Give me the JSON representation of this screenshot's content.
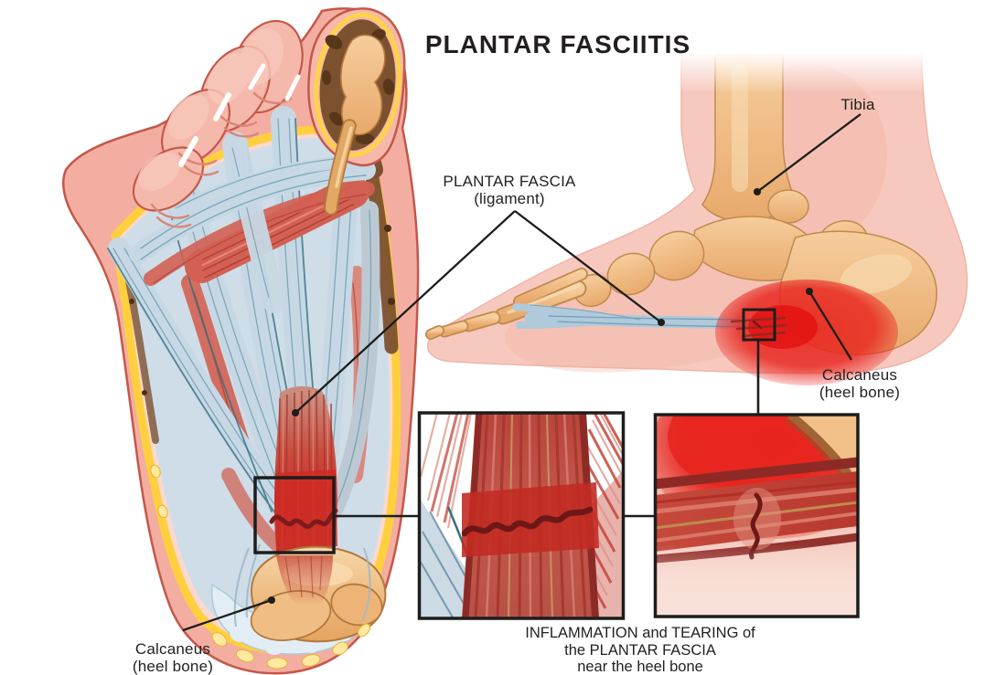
{
  "title": "PLANTAR FASCIITIS",
  "labels": {
    "plantar_fascia_line1": "PLANTAR FASCIA",
    "plantar_fascia_line2": "(ligament)",
    "tibia": "Tibia",
    "calcaneus_right_line1": "Calcaneus",
    "calcaneus_right_line2": "(heel bone)",
    "calcaneus_left_line1": "Calcaneus",
    "calcaneus_left_line2": "(heel bone)"
  },
  "caption": {
    "line1": "INFLAMMATION and TEARING of",
    "line2": "the PLANTAR FASCIA",
    "line3": "near the heel bone"
  },
  "colors": {
    "text": "#231F20",
    "line": "#1d1d1b",
    "skin": "#F3AEA1",
    "skin_outline": "#C3584A",
    "fat_yellow": "#FFCF3E",
    "fascia_blue": "#C7D8E4",
    "fascia_strand": "#6FA0B2",
    "muscle_red": "#D26153",
    "inflamed_red": "#D32F28",
    "tear_dark": "#7C1B1C",
    "bone_tan": "#EFB87D",
    "bone_outline": "#B1783B",
    "tissue_brown": "#7C5130",
    "heel_pad_blue": "#E2EDF5"
  }
}
